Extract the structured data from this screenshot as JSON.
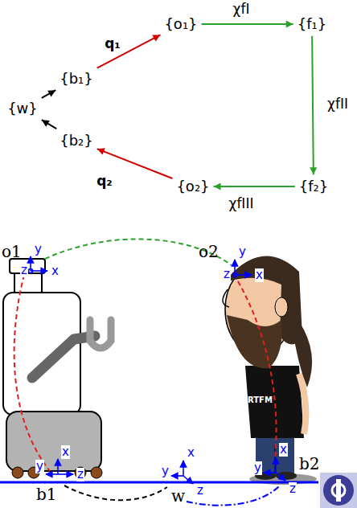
{
  "diagram": {
    "nodes": [
      {
        "text": [
          "{w}"
        ]
      },
      {
        "text": [
          "{b₁}"
        ]
      },
      {
        "text": [
          "{o₁}"
        ]
      },
      {
        "text": [
          "{f₁}"
        ]
      },
      {
        "text": [
          "{f₂}"
        ]
      },
      {
        "text": [
          "{o₂}"
        ]
      },
      {
        "text": [
          "{b₂}"
        ]
      }
    ],
    "edges": [
      {
        "from": 0,
        "to": 1,
        "arrow": "to"
      },
      {
        "from": 1,
        "to": 2,
        "label": "q₁",
        "arrow": "to"
      },
      {
        "from": 2,
        "to": 3,
        "label": "χfI",
        "arrow": "to"
      },
      {
        "from": 3,
        "to": 4,
        "label": "χfII",
        "arrow": "to"
      },
      {
        "from": 4,
        "to": 5,
        "label": "χfIII",
        "arrow": "to"
      },
      {
        "from": 5,
        "to": 6,
        "label": "q₂",
        "arrow": "to"
      },
      {
        "from": 6,
        "to": 0,
        "arrow": "to"
      }
    ],
    "labels": [
      "o1",
      "y",
      "z",
      "x",
      "o2",
      "y",
      "z",
      "x",
      "RTFM",
      "x",
      "y",
      "z",
      "b1",
      "x",
      "y",
      "z",
      "w",
      "x",
      "y",
      "z",
      "b2"
    ]
  }
}
